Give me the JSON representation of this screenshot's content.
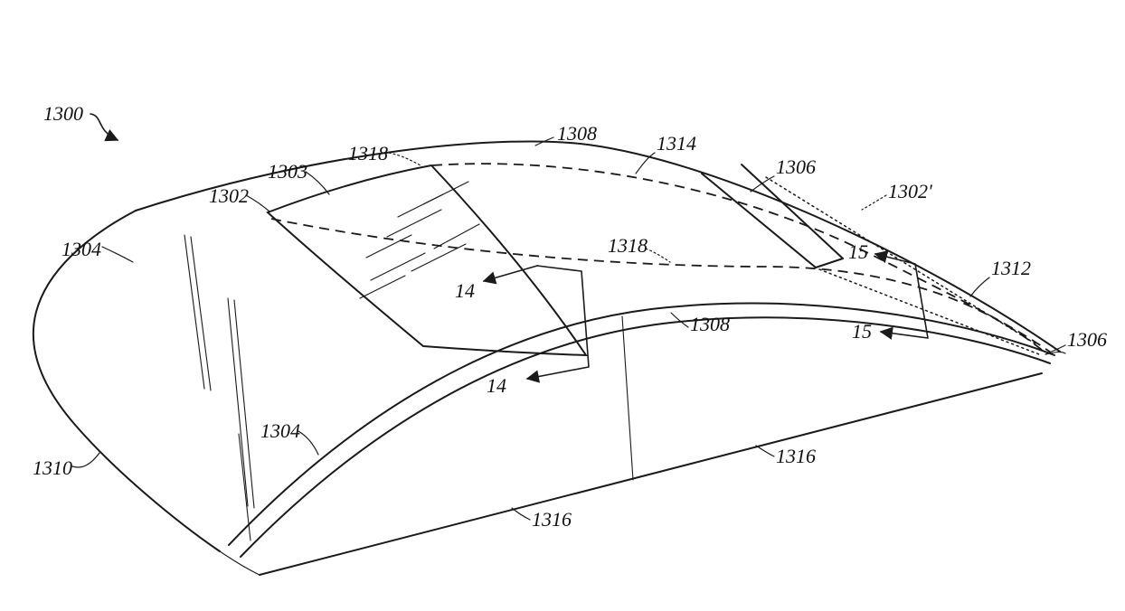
{
  "figure": {
    "labels": {
      "ref1300": "1300",
      "ref1302": "1302",
      "ref1302p": "1302'",
      "ref1303": "1303",
      "ref1304_front": "1304",
      "ref1304_lower": "1304",
      "ref1306_top": "1306",
      "ref1306_right": "1306",
      "ref1308_top": "1308",
      "ref1308_mid": "1308",
      "ref1310": "1310",
      "ref1312": "1312",
      "ref1314": "1314",
      "ref1316_bottom": "1316",
      "ref1316_right": "1316",
      "ref1318_left": "1318",
      "ref1318_mid": "1318",
      "ref14_upper": "14",
      "ref14_lower": "14",
      "ref15_upper": "15",
      "ref15_lower": "15"
    },
    "colors": {
      "line": "#1a1a1a",
      "background": "#ffffff"
    }
  }
}
